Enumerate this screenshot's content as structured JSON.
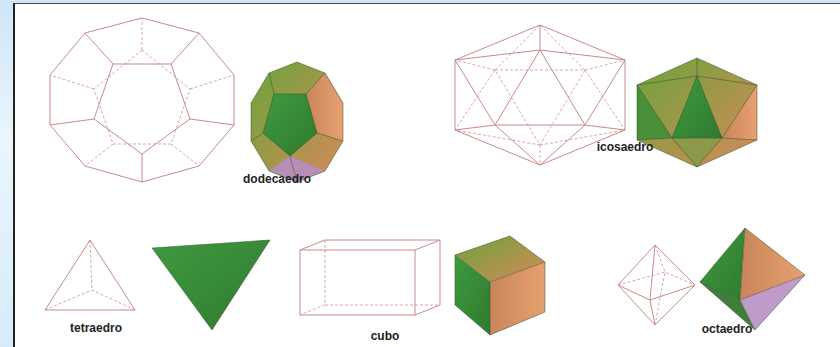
{
  "diagram": {
    "labels": [
      "dodecaedro",
      "icosaedro",
      "tetraedro",
      "cubo",
      "octaedro"
    ]
  }
}
